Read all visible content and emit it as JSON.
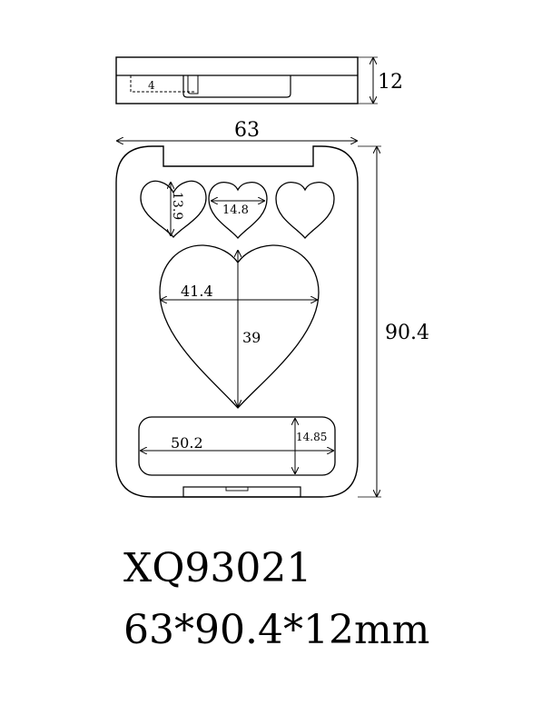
{
  "dimensions": {
    "depth": "12",
    "hinge_offset": "4",
    "width": "63",
    "height": "90.4",
    "small_heart_height": "13.9",
    "small_heart_width": "14.8",
    "large_heart_width": "41.4",
    "large_heart_height": "39",
    "pan_width": "50.2",
    "pan_height": "14.85"
  },
  "product": {
    "model": "XQ93021",
    "size": "63*90.4*12mm"
  }
}
